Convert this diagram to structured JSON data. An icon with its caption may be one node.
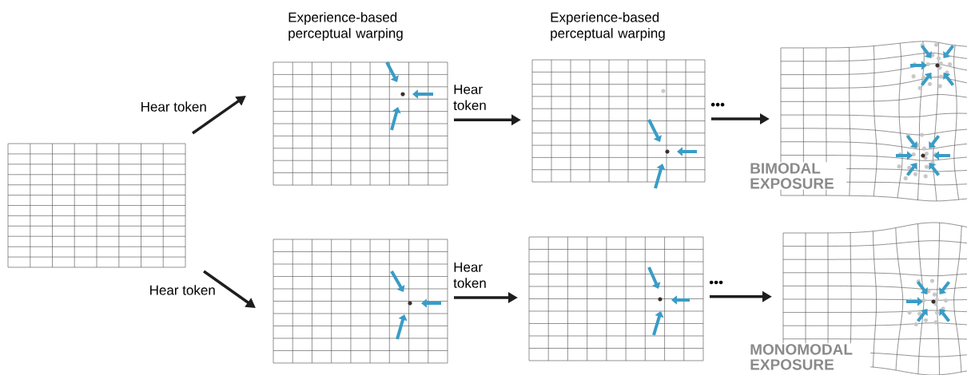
{
  "diagram": {
    "nodes": [
      {
        "text": [],
        "shape": "grid"
      },
      {
        "text": [
          "Experience-based perceptual warping"
        ]
      },
      {
        "text": [
          "Experience-based perceptual warping"
        ]
      },
      {
        "text": [
          "BIMODAL EXPOSURE"
        ]
      },
      {
        "text": [],
        "shape": "grid"
      },
      {
        "text": [],
        "shape": "grid"
      },
      {
        "text": [
          "MONOMODAL EXPOSURE"
        ]
      }
    ],
    "edges": [
      {
        "from": 0,
        "to": 1,
        "arrow": "to",
        "label": "Hear token"
      },
      {
        "from": 1,
        "to": 2,
        "arrow": "to",
        "label": "Hear token"
      },
      {
        "from": 2,
        "to": 3,
        "arrow": "to",
        "label": "•••"
      },
      {
        "from": 0,
        "to": 4,
        "arrow": "to",
        "label": "Hear token"
      },
      {
        "from": 4,
        "to": 5,
        "arrow": "to",
        "label": "Hear token"
      },
      {
        "from": 5,
        "to": 6,
        "arrow": "to",
        "label": "•••"
      }
    ]
  }
}
